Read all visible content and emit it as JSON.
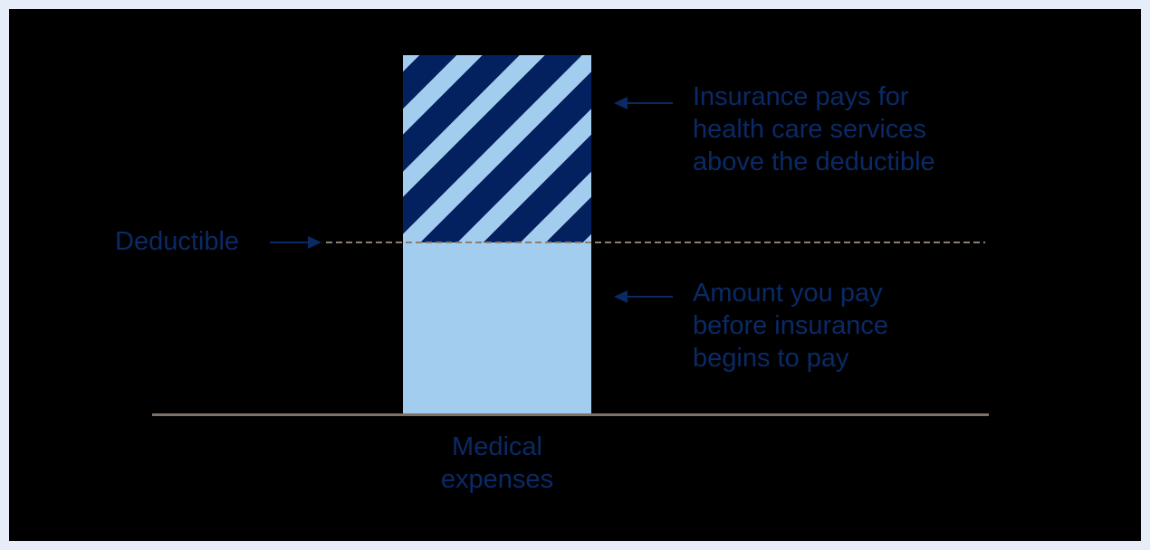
{
  "colors": {
    "navy": "#0a2a66",
    "light_blue": "#a3cdee",
    "stripe_navy": "#03205f",
    "dash": "#8c7e71",
    "baseline": "#7d7265",
    "frame": "#e6edf9",
    "bg": "#000000"
  },
  "deductible_label": {
    "text": "Deductible"
  },
  "annotations": {
    "insurance": {
      "lines": [
        "Insurance pays for",
        "health care services",
        "above the deductible"
      ]
    },
    "you_pay": {
      "lines": [
        "Amount you pay",
        "before insurance",
        "begins to pay"
      ]
    }
  },
  "x_axis": {
    "category_lines": [
      "Medical",
      "expenses"
    ]
  },
  "chart_data": {
    "type": "bar",
    "subtype": "stacked-conceptual",
    "title": "",
    "categories": [
      "Medical expenses"
    ],
    "series": [
      {
        "name": "Amount you pay before insurance begins to pay",
        "values": [
          48
        ],
        "fill": "solid",
        "color": "#a3cdee"
      },
      {
        "name": "Insurance pays for health care services above the deductible",
        "values": [
          52
        ],
        "fill": "diagonal-stripes",
        "colors": [
          "#03205f",
          "#a3cdee"
        ]
      }
    ],
    "units": "percent of total bar height (conceptual, no numeric axis shown)",
    "reference_line": {
      "label": "Deductible",
      "style": "dashed",
      "position_pct_from_bottom": 48
    },
    "xlabel": "Medical expenses",
    "ylabel": "",
    "y_axis_shown": false,
    "grid": false,
    "legend": false,
    "background": "#000000"
  }
}
